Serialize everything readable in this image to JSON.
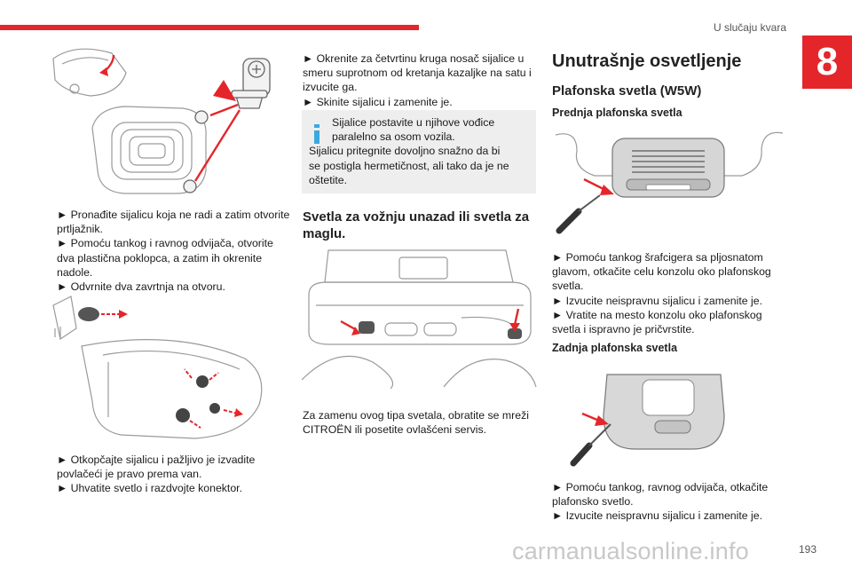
{
  "header": {
    "section_title": "U slučaju kvara",
    "chapter_number": "8"
  },
  "col1": {
    "text1": [
      "► Pronađite sijalicu koja ne radi a zatim otvorite",
      "prtljažnik.",
      "► Pomoću tankog i ravnog odvijača, otvorite",
      "dva plastična poklopca, a zatim ih okrenite",
      "nadole.",
      "► Odvrnite dva zavrtnja na otvoru."
    ],
    "text2": [
      "► Otkopčajte sijalicu i pažljivo je izvadite",
      "povlačeći je pravo prema van.",
      "► Uhvatite svetlo i razdvojte konektor."
    ]
  },
  "col2": {
    "text1": [
      "► Okrenite za četvrtinu kruga nosač sijalice u",
      "smeru suprotnom od kretanja kazaljke na satu i",
      "izvucite ga.",
      "► Skinite sijalicu i zamenite je."
    ],
    "note": [
      "Sijalice postavite u njihove vođice",
      "paralelno sa osom vozila.",
      "Sijalicu pritegnite dovoljno snažno da bi",
      "se postigla hermetičnost, ali tako da je ne",
      "oštetite."
    ],
    "heading": [
      "Svetla za vožnju unazad ili svetla za",
      "maglu."
    ],
    "text2": [
      "Za zamenu ovog tipa svetala, obratite se mreži",
      "CITROËN ili posetite ovlašćeni servis."
    ]
  },
  "col3": {
    "title": "Unutrašnje osvetljenje",
    "subtitle": "Plafonska svetla (W5W)",
    "front_heading": "Prednja plafonska svetla",
    "front_text": [
      "► Pomoću tankog šrafcigera sa pljosnatom",
      "glavom, otkačite celu konzolu oko plafonskog",
      "svetla.",
      "► Izvucite neispravnu sijalicu i zamenite je.",
      "► Vratite na mesto konzolu oko plafonskog",
      "svetla i ispravno je pričvrstite."
    ],
    "rear_heading": "Zadnja plafonska svetla",
    "rear_text": [
      "► Pomoću tankog, ravnog odvijača, otkačite",
      "plafonsko svetlo.",
      "► Izvucite neispravnu sijalicu i zamenite je."
    ]
  },
  "footer": {
    "watermark": "carmanualsonline.info",
    "page_number": "193"
  },
  "colors": {
    "accent": "#e4262b",
    "note_bg": "#eeeeee",
    "note_icon": "#3aa9df"
  }
}
